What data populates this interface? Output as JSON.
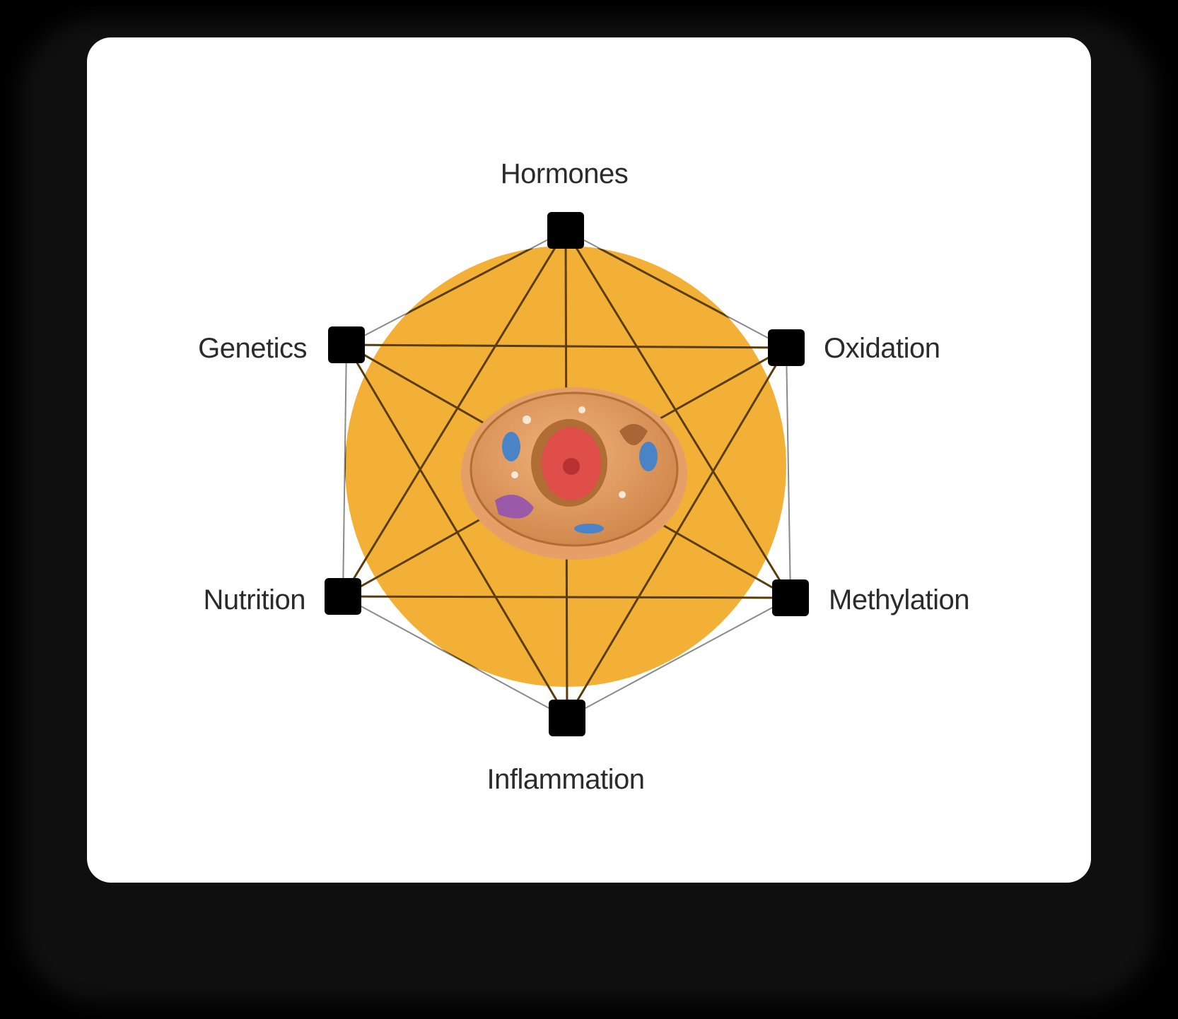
{
  "diagram": {
    "nodes": [
      {
        "id": "hormones",
        "label": "Hormones"
      },
      {
        "id": "oxidation",
        "label": "Oxidation"
      },
      {
        "id": "methylation",
        "label": "Methylation"
      },
      {
        "id": "inflammation",
        "label": "Inflammation"
      },
      {
        "id": "nutrition",
        "label": "Nutrition"
      },
      {
        "id": "genetics",
        "label": "Genetics"
      }
    ],
    "center_image": "animal-cell-illustration",
    "colors": {
      "card": "#ffffff",
      "circle": "#f2b136",
      "lines": "#5a3d0a",
      "outline": "#8a8a8a",
      "node": "#000000",
      "label": "#2b2b2b",
      "cell_membrane": "#e6a067",
      "cell_inner": "#c98346",
      "nucleus": "#d94a4a",
      "organelle_blue": "#4a84c7",
      "organelle_purple": "#9a5aa8"
    }
  }
}
